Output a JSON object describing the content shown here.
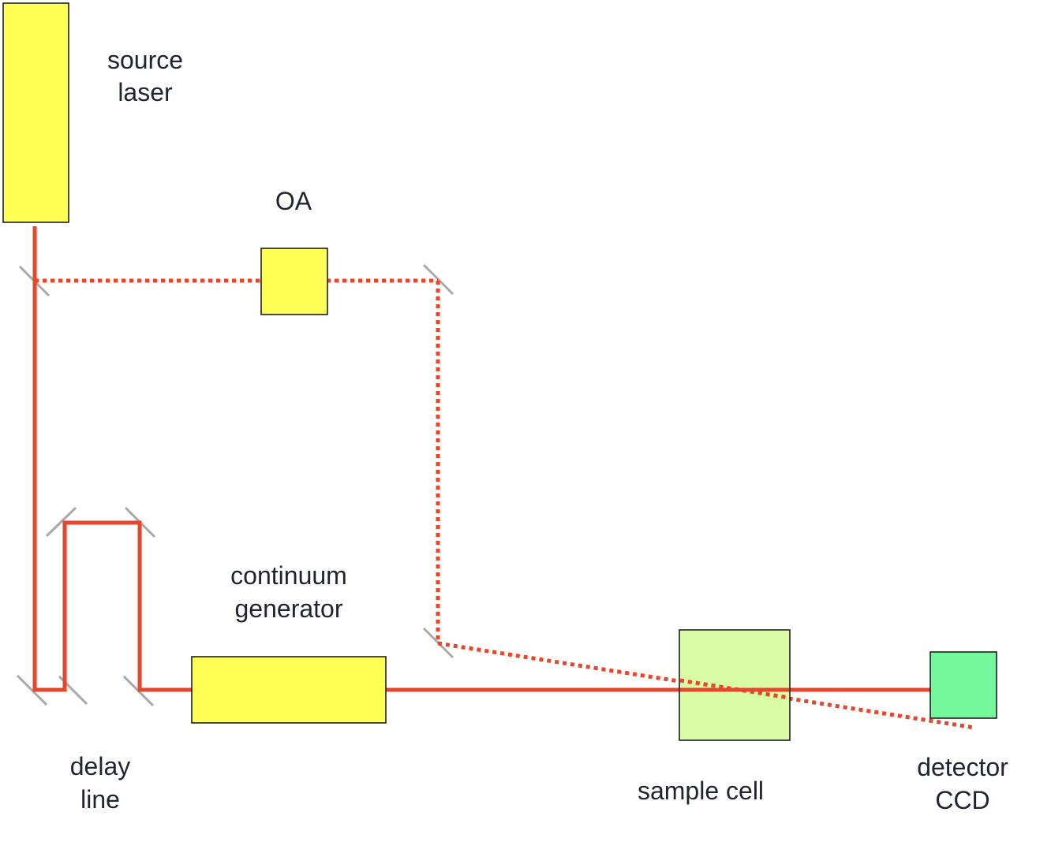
{
  "components": {
    "source_laser": {
      "label_line1": "source",
      "label_line2": "laser"
    },
    "oa": {
      "label": "OA"
    },
    "continuum_generator": {
      "label_line1": "continuum",
      "label_line2": "generator"
    },
    "delay_line": {
      "label_line1": "delay",
      "label_line2": "line"
    },
    "sample_cell": {
      "label": "sample cell"
    },
    "detector": {
      "label_line1": "detector",
      "label_line2": "CCD"
    }
  },
  "colors": {
    "beam": "#e8452b",
    "mirror": "#a9a9a9",
    "yellow_component": "#ffff55",
    "sample_cell_fill": "#d6fca2",
    "detector_fill": "#75f79b",
    "text": "#1f2430"
  }
}
